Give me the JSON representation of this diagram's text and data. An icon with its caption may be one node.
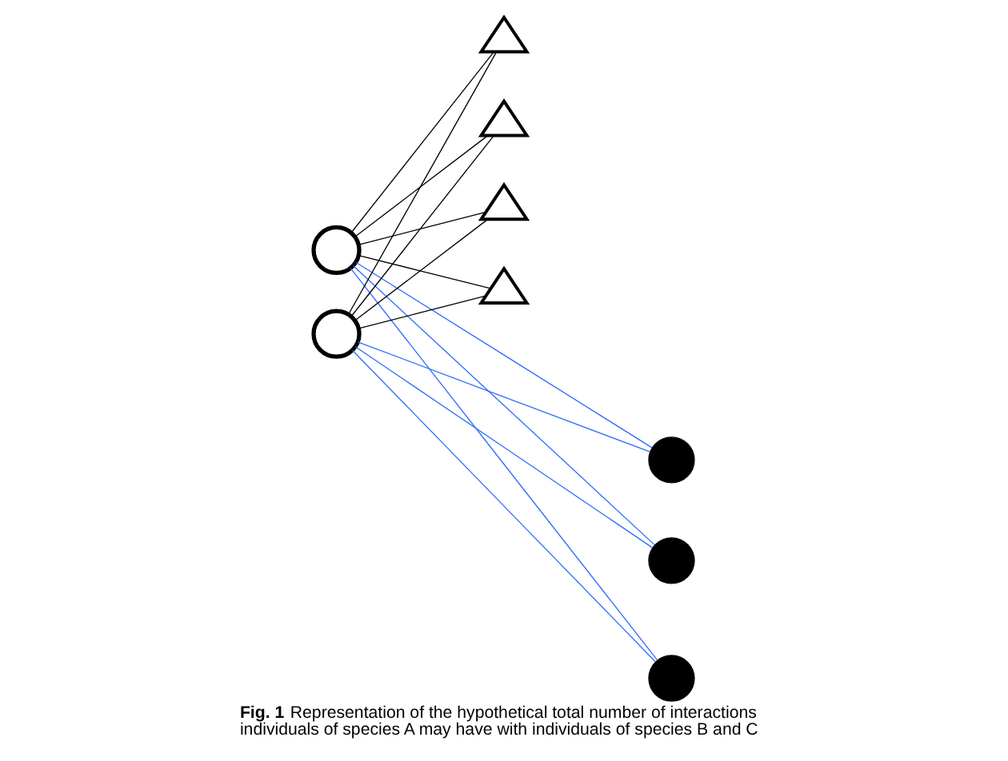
{
  "diagram": {
    "caption": "**Fig. 1** Representation of the hypothetical total number of interactions individuals of species A may have with individuals of species B and C",
    "nodes": [
      {
        "text": [],
        "shape": "circle"
      },
      {
        "text": [],
        "shape": "circle"
      },
      {
        "text": [],
        "shape": "triangle"
      },
      {
        "text": [],
        "shape": "triangle"
      },
      {
        "text": [],
        "shape": "triangle"
      },
      {
        "text": [],
        "shape": "triangle"
      },
      {
        "text": [],
        "shape": "disc"
      },
      {
        "text": [],
        "shape": "disc"
      },
      {
        "text": [],
        "shape": "disc"
      }
    ],
    "edges": [
      {
        "from": 0,
        "to": 2,
        "arrow": "none"
      },
      {
        "from": 0,
        "to": 3,
        "arrow": "none"
      },
      {
        "from": 0,
        "to": 4,
        "arrow": "none"
      },
      {
        "from": 0,
        "to": 5,
        "arrow": "none"
      },
      {
        "from": 1,
        "to": 2,
        "arrow": "none"
      },
      {
        "from": 1,
        "to": 3,
        "arrow": "none"
      },
      {
        "from": 1,
        "to": 4,
        "arrow": "none"
      },
      {
        "from": 1,
        "to": 5,
        "arrow": "none"
      },
      {
        "from": 0,
        "to": 6,
        "arrow": "none",
        "color": "#2f6bff"
      },
      {
        "from": 0,
        "to": 7,
        "arrow": "none",
        "color": "#2f6bff"
      },
      {
        "from": 0,
        "to": 8,
        "arrow": "none",
        "color": "#2f6bff"
      },
      {
        "from": 1,
        "to": 6,
        "arrow": "none",
        "color": "#2f6bff"
      },
      {
        "from": 1,
        "to": 7,
        "arrow": "none",
        "color": "#2f6bff"
      },
      {
        "from": 1,
        "to": 8,
        "arrow": "none",
        "color": "#2f6bff"
      }
    ]
  }
}
